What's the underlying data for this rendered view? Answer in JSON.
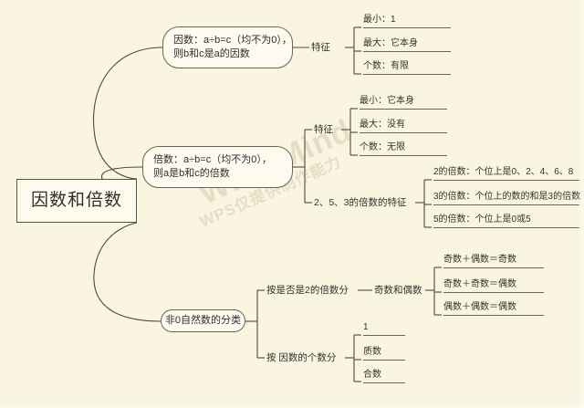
{
  "document": {
    "type": "mindmap",
    "background_color": "#faf5e1",
    "line_color": "#4f4a33",
    "text_color": "#30302a"
  },
  "watermark": {
    "main": "WPS Mind",
    "sub": "WPS仅提供制作能力"
  },
  "root": {
    "label": "因数和倍数"
  },
  "branches": [
    {
      "label": "因数：a÷b=c（均不为0），\n则b和c是a的因数",
      "children": [
        {
          "label": "特征",
          "children": [
            {
              "label": "最小：1"
            },
            {
              "label": "最大：它本身"
            },
            {
              "label": "个数：有限"
            }
          ]
        }
      ]
    },
    {
      "label": "倍数：a÷b=c（均不为0），\n则a是b和c的倍数",
      "children": [
        {
          "label": "特征",
          "children": [
            {
              "label": "最小：它本身"
            },
            {
              "label": "最大：没有"
            },
            {
              "label": "个数：无限"
            }
          ]
        },
        {
          "label": "2、5、3的倍数的特征",
          "children": [
            {
              "label": "2的倍数：个位上是0、2、4、6、8"
            },
            {
              "label": "3的倍数：个位上的数的和是3的倍数"
            },
            {
              "label": "5的倍数：个位上是0或5"
            }
          ]
        }
      ]
    },
    {
      "label": "非0自然数的分类",
      "children": [
        {
          "label": "按是否是2的倍数分",
          "children": [
            {
              "label": "奇数和偶数",
              "children": [
                {
                  "label": "奇数＋偶数＝奇数"
                },
                {
                  "label": "奇数＋奇数＝偶数"
                },
                {
                  "label": "偶数＋偶数＝偶数"
                }
              ]
            }
          ]
        },
        {
          "label": "按 因数的个数分",
          "children": [
            {
              "label": "1"
            },
            {
              "label": "质数"
            },
            {
              "label": "合数"
            }
          ]
        }
      ]
    }
  ]
}
